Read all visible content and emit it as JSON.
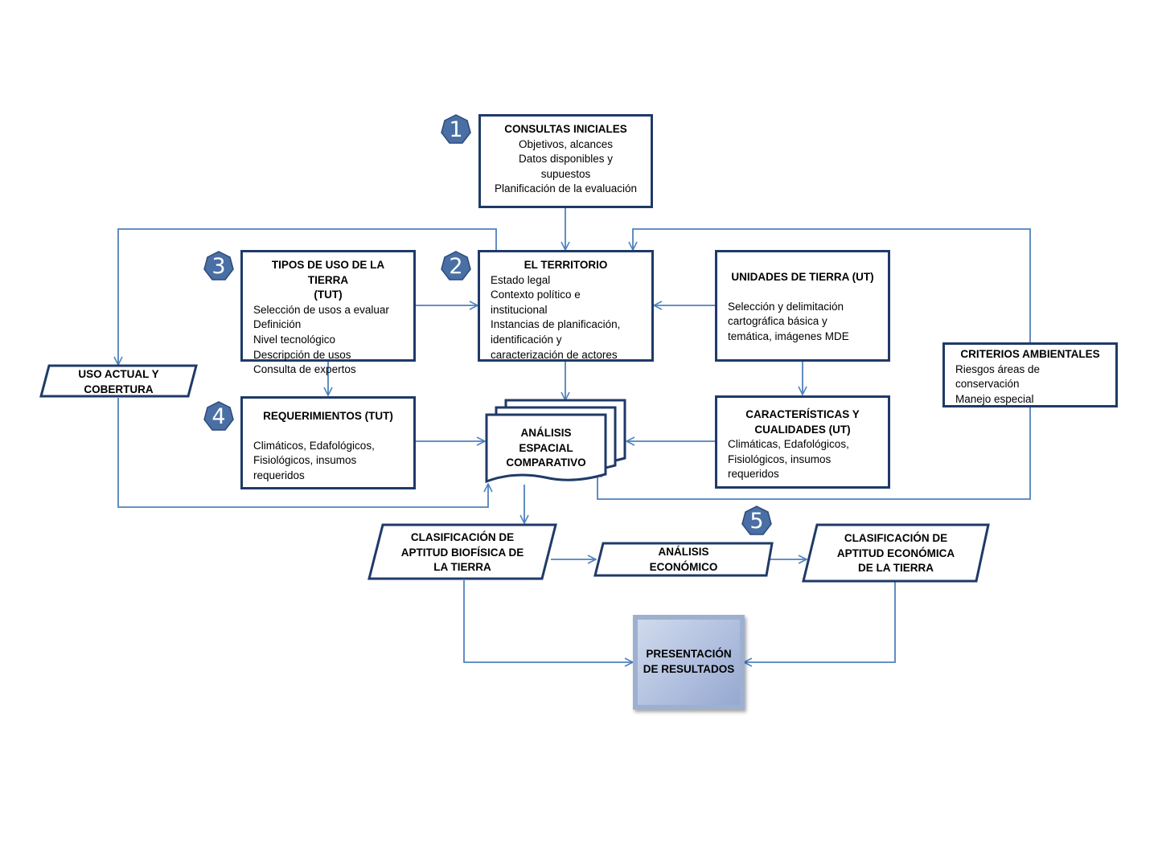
{
  "boxes": {
    "consultas": {
      "title": "CONSULTAS INICIALES",
      "lines": [
        "Objetivos, alcances",
        "Datos disponibles y",
        "supuestos",
        "Planificación de la evaluación"
      ]
    },
    "territorio": {
      "title": "EL TERRITORIO",
      "lines": [
        "Estado legal",
        "Contexto político e",
        "institucional",
        "Instancias de planificación,",
        "identificación y",
        "caracterización de actores"
      ]
    },
    "tipos_uso": {
      "title_lines": [
        "TIPOS DE USO DE LA TIERRA",
        "(TUT)"
      ],
      "lines": [
        "Selección de usos a evaluar",
        "Definición",
        "Nivel  tecnológico",
        "Descripción de usos",
        "Consulta de expertos"
      ]
    },
    "unidades": {
      "title": "UNIDADES DE TIERRA (UT)",
      "lines": [
        "Selección y delimitación",
        "cartográfica básica y",
        "temática, imágenes MDE"
      ]
    },
    "criterios": {
      "title": "CRITERIOS AMBIENTALES",
      "lines": [
        "Riesgos áreas de",
        "conservación",
        "Manejo especial"
      ]
    },
    "requerimientos": {
      "title": "REQUERIMIENTOS (TUT)",
      "lines": [
        "Climáticos, Edafológicos,",
        "Fisiológicos, insumos",
        "requeridos"
      ]
    },
    "caracteristicas": {
      "title_lines": [
        "CARACTERÍSTICAS Y",
        "CUALIDADES (UT)"
      ],
      "lines": [
        "Climáticas, Edafológicos,",
        "Fisiológicos, insumos",
        "requeridos"
      ]
    }
  },
  "parallelograms": {
    "uso_actual": [
      "USO ACTUAL Y",
      "COBERTURA"
    ],
    "biofisica": [
      "CLASIFICACIÓN DE",
      "APTITUD BIOFÍSICA DE",
      "LA TIERRA"
    ],
    "economico": [
      "ANÁLISIS",
      "ECONÓMICO"
    ],
    "economica": [
      "CLASIFICACIÓN DE",
      "APTITUD ECONÓMICA",
      "DE LA TIERRA"
    ]
  },
  "analisis": [
    "ANÁLISIS",
    "ESPACIAL",
    "COMPARATIVO"
  ],
  "resultados": [
    "PRESENTACIÓN",
    "DE RESULTADOS"
  ],
  "steps": [
    "1",
    "2",
    "3",
    "4",
    "5"
  ],
  "colors": {
    "border": "#1f3a68",
    "connector": "#4f81bd",
    "badge": "#4a6fa5"
  }
}
